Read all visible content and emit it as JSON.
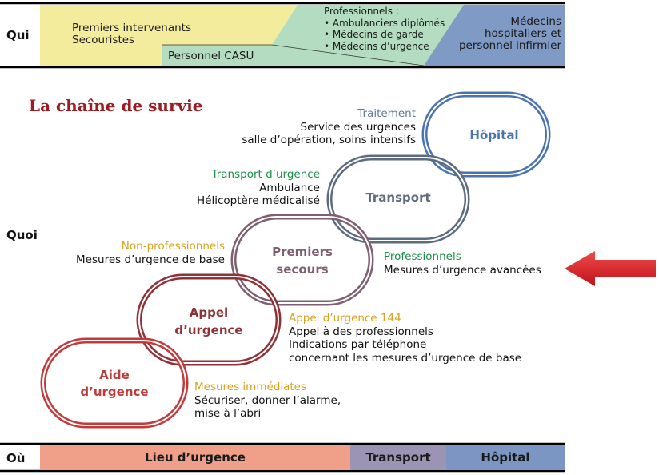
{
  "qui": {
    "label": "Qui",
    "first_responders": [
      "Premiers intervenants",
      "Secouristes"
    ],
    "casu": "Personnel CASU",
    "professionals_title": "Professionnels :",
    "professionals_items": [
      "• Ambulanciers diplômés",
      "• Médecins de garde",
      "• Médecins d’urgence"
    ],
    "hospital": [
      "Médecins",
      "hospitaliers et",
      "personnel infirmier"
    ]
  },
  "title": "La chaîne de survie",
  "quoi_label": "Quoi",
  "links": [
    {
      "label": [
        "Aide",
        "d’urgence"
      ]
    },
    {
      "label": [
        "Appel",
        "d’urgence"
      ]
    },
    {
      "label": [
        "Premiers",
        "secours"
      ]
    },
    {
      "label": [
        "Transport"
      ]
    },
    {
      "label": [
        "Hôpital"
      ]
    }
  ],
  "annotations": {
    "traitement": {
      "title": "Traitement",
      "lines": [
        "Service des urgences",
        "salle d’opération, soins intensifs"
      ]
    },
    "transport": {
      "title": "Transport d’urgence",
      "lines": [
        "Ambulance",
        "Hélicoptère médicalisé"
      ]
    },
    "nonpro": {
      "title": "Non-professionnels",
      "lines": [
        "Mesures d’urgence de base"
      ]
    },
    "pro": {
      "title": "Professionnels",
      "lines": [
        "Mesures d’urgence avancées"
      ]
    },
    "appel": {
      "title": "Appel d’urgence 144",
      "lines": [
        "Appel à des professionnels",
        "Indications par téléphone",
        "concernant les mesures d’urgence de base"
      ]
    },
    "immediates": {
      "title": "Mesures immédiates",
      "lines": [
        "Sécuriser, donner l’alarme,",
        "mise à l’abri"
      ]
    }
  },
  "ou": {
    "label": "Où",
    "segments": [
      "Lieu d’urgence",
      "Transport",
      "Hôpital"
    ]
  },
  "colors": {
    "yellow_band": "#f3ec9c",
    "green_band": "#b3dcc0",
    "blue_band": "#7f9ac4",
    "red_link": "#c23b3b",
    "maroon_link": "#8e3238",
    "mauve_link": "#7f5f72",
    "slate_link": "#5d6b7e",
    "blue_link": "#4a74b0",
    "arrow": "#e31b23",
    "title": "#9b1c22",
    "bar_salmon": "#f0a088",
    "bar_mauve": "#9c94b4",
    "bar_blue": "#7c96c4"
  }
}
